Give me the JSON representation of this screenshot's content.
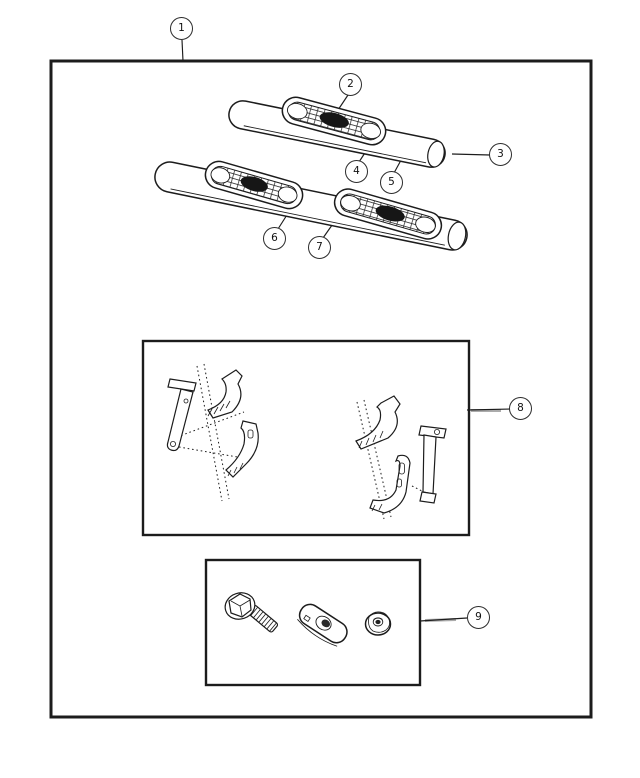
{
  "callouts": [
    {
      "number": "1"
    },
    {
      "number": "2"
    },
    {
      "number": "3"
    },
    {
      "number": "4"
    },
    {
      "number": "5"
    },
    {
      "number": "6"
    },
    {
      "number": "7"
    },
    {
      "number": "8"
    },
    {
      "number": "9"
    }
  ],
  "colors": {
    "line": "#1c1c1c",
    "background": "#ffffff",
    "leader_gray": "#ababab",
    "pad_dark": "#161616"
  }
}
